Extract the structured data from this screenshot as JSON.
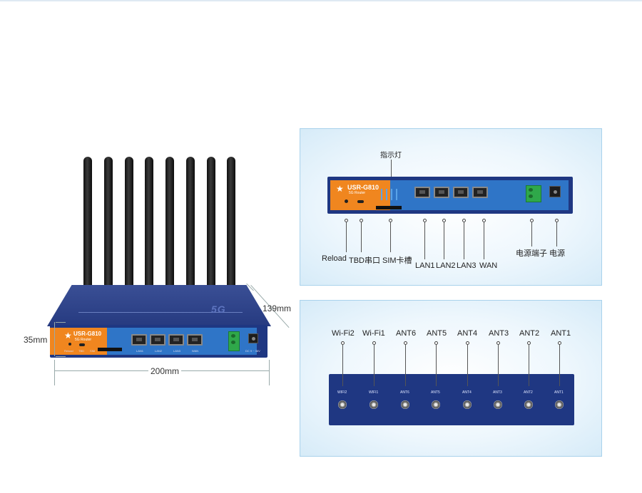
{
  "router": {
    "model": "USR-G810",
    "subtitle": "5G Router",
    "badge": "5G",
    "front_labels": {
      "reload": "Reload",
      "tbd": "TBD",
      "sim": "SIM",
      "lan1": "LAN1",
      "lan2": "LAN2",
      "lan3": "LAN3",
      "wan": "WAN",
      "power": "DC 9 ~ 36V"
    },
    "antenna_count": 8
  },
  "dimensions": {
    "height": "35mm",
    "width": "200mm",
    "depth": "139mm"
  },
  "front_panel": {
    "indicator_label": "指示灯",
    "callouts": [
      {
        "id": "reload",
        "label": "Reload"
      },
      {
        "id": "tbd",
        "label": "TBD串口"
      },
      {
        "id": "sim",
        "label": "SIM卡槽"
      },
      {
        "id": "lan1",
        "label": "LAN1"
      },
      {
        "id": "lan2",
        "label": "LAN2"
      },
      {
        "id": "lan3",
        "label": "LAN3"
      },
      {
        "id": "wan",
        "label": "WAN"
      },
      {
        "id": "power-terminal",
        "label": "电源端子"
      },
      {
        "id": "power",
        "label": "电源"
      }
    ]
  },
  "back_panel": {
    "callouts": [
      {
        "label": "Wi-Fi2",
        "port_label": "WIFI2"
      },
      {
        "label": "Wi-Fi1",
        "port_label": "WIFI1"
      },
      {
        "label": "ANT6",
        "port_label": "ANT6"
      },
      {
        "label": "ANT5",
        "port_label": "ANT5"
      },
      {
        "label": "ANT4",
        "port_label": "ANT4"
      },
      {
        "label": "ANT3",
        "port_label": "ANT3"
      },
      {
        "label": "ANT2",
        "port_label": "ANT2"
      },
      {
        "label": "ANT1",
        "port_label": "ANT1"
      }
    ]
  },
  "colors": {
    "device_navy": "#1f3782",
    "panel_orange": "#f0861f",
    "panel_blue": "#2f75c7",
    "terminal_green": "#2fa84a",
    "panel_border": "#a9d2ec"
  }
}
